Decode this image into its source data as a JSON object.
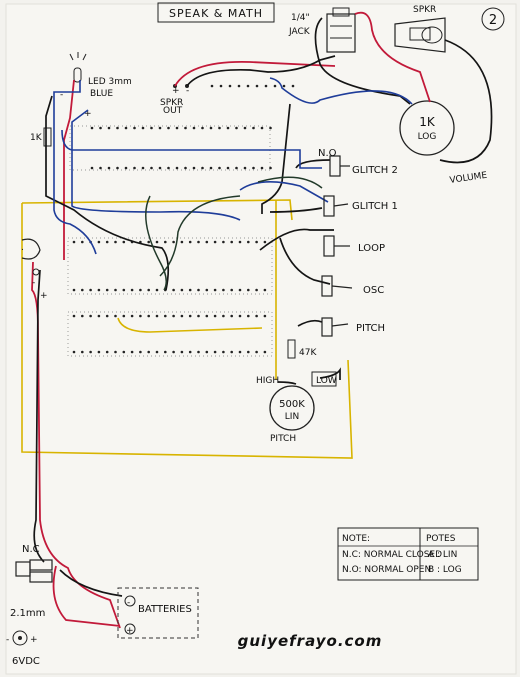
{
  "title": "SPEAK & MATH",
  "page_number": "2",
  "jack_size": "1/4\"",
  "jack_label": "JACK",
  "speaker_label": "SPKR",
  "speaker_out_label_1": "SPKR",
  "speaker_out_label_2": "OUT",
  "plus": "+",
  "minus": "-",
  "pot_1k_value": "1K",
  "pot_1k_taper": "LOG",
  "volume_label": "VOLUME",
  "led_label_1": "LED 3mm",
  "led_label_2": "BLUE",
  "resistor_1k_label": "1K",
  "switch_no_label": "N.O",
  "glitch2_label": "GLITCH 2",
  "glitch1_label": "GLITCH 1",
  "loop_label": "LOOP",
  "osc_label": "OSC",
  "pitch_label": "PITCH",
  "resistor_47k_label": "47K",
  "pot_500k_high": "HIGH",
  "pot_500k_low": "LOW",
  "pot_500k_value": "500K",
  "pot_500k_taper": "LIN",
  "pot_500k_name": "PITCH",
  "dc_nc_label": "N.C",
  "dc_size_label": "2.1mm",
  "dc_voltage_label": "6VDC",
  "batteries_label": "BATTERIES",
  "battery_minus": "-",
  "battery_plus": "+",
  "watermark": "guiyefrayo.com",
  "note_table": {
    "header_left": "NOTE:",
    "row1_left": "N.C: NORMAL CLOSED",
    "row2_left": "N.O: NORMAL OPEN",
    "header_right": "POTES",
    "row1_right": "A : LIN",
    "row2_right": "B : LOG"
  },
  "colors": {
    "wire_red": "#c21a3a",
    "wire_black": "#151515",
    "wire_blue": "#1f3d9a",
    "wire_yellow": "#d8b400",
    "ink": "#222222",
    "paper": "#f3f2ee"
  }
}
